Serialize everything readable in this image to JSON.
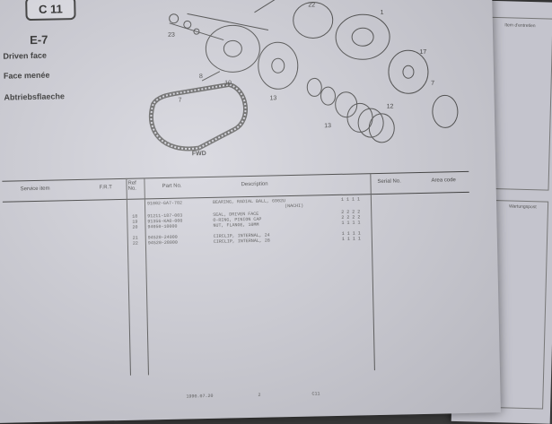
{
  "header": {
    "badge": "C 11",
    "section": "E-7",
    "title_en": "Driven face",
    "title_fr": "Face menée",
    "title_de": "Abtriebsflaeche"
  },
  "table": {
    "columns": {
      "service_item": "Service item",
      "frt": "F.R.T",
      "ref_no": "Ref No.",
      "part_no": "Part No.",
      "description": "Description",
      "serial_no": "Serial No.",
      "area_code": "Area code"
    },
    "rows": [
      {
        "ref": "",
        "part": "91002-GA7-702",
        "desc": "BEARING, RADIAL BALL, 6902U",
        "qty": "1 1 1 1"
      },
      {
        "ref": "",
        "part": "",
        "desc": "(NACHI)",
        "qty": ""
      },
      {
        "ref": "18",
        "part": "91211-187-003",
        "desc": "SEAL, DRIVEN FACE",
        "qty": "2 2 2 2"
      },
      {
        "ref": "19",
        "part": "91356-KA0-000",
        "desc": "O-RING, PINION CAP",
        "qty": "2 2 2 2"
      },
      {
        "ref": "20",
        "part": "94050-10000",
        "desc": "NUT, FLANGE, 10MM",
        "qty": "1 1 1 1"
      },
      {
        "ref": "21",
        "part": "94520-24000",
        "desc": "CIRCLIP, INTERNAL, 24",
        "qty": "1 1 1 1"
      },
      {
        "ref": "22",
        "part": "94520-28000",
        "desc": "CIRCLIP, INTERNAL, 28",
        "qty": "1 1 1 1"
      }
    ]
  },
  "diagram": {
    "fwd_label": "FWD"
  },
  "footer": {
    "date": "1990.07.20",
    "page": "C11",
    "mid": "2"
  },
  "right_page": {
    "item_label": "Item d'entretien",
    "warn_label": "Wartungspost"
  }
}
